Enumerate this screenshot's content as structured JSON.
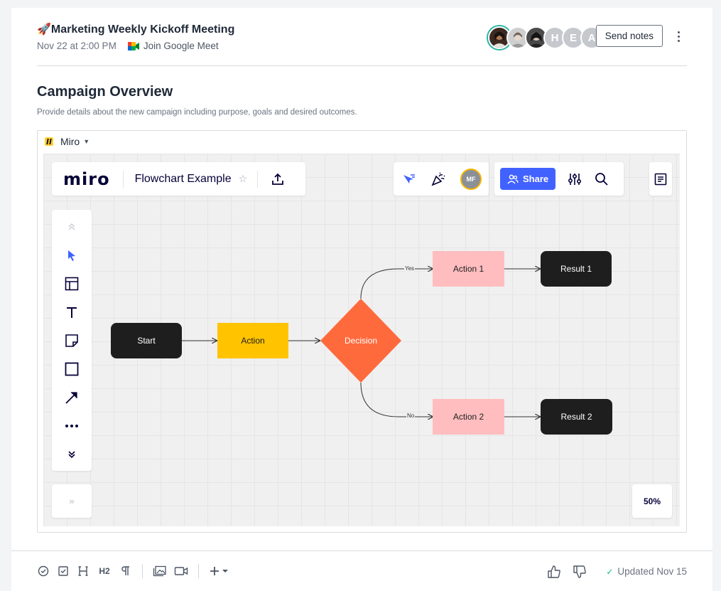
{
  "meeting": {
    "emoji": "🚀",
    "title": "Marketing Weekly Kickoff Meeting",
    "datetime": "Nov 22 at 2:00 PM",
    "meet_link": "Join Google Meet"
  },
  "attendees": {
    "letters": [
      "H",
      "E",
      "A"
    ],
    "photo_count": 3
  },
  "actions": {
    "send_notes": "Send notes"
  },
  "section": {
    "title": "Campaign Overview",
    "description": "Provide details about the new campaign including purpose, goals and desired outcomes."
  },
  "embed": {
    "app_name": "Miro",
    "logo": "miro",
    "board_title": "Flowchart Example",
    "share_label": "Share",
    "collab_avatar": "MF",
    "zoom": "50%",
    "nav_arrows": "»"
  },
  "flowchart": {
    "nodes": {
      "start": "Start",
      "action": "Action",
      "decision": "Decision",
      "action1": "Action 1",
      "action2": "Action 2",
      "result1": "Result 1",
      "result2": "Result 2"
    },
    "edge_labels": {
      "yes": "Yes",
      "no": "No"
    },
    "colors": {
      "dark": "#1e1e1e",
      "yellow": "#ffc300",
      "pink": "#ffbdbf",
      "decision": "#ff6a3d"
    }
  },
  "footer": {
    "status": "Updated Nov 15",
    "format_labels": {
      "h2": "H2"
    }
  },
  "colors": {
    "accent": "#4262ff",
    "success": "#10b981"
  }
}
